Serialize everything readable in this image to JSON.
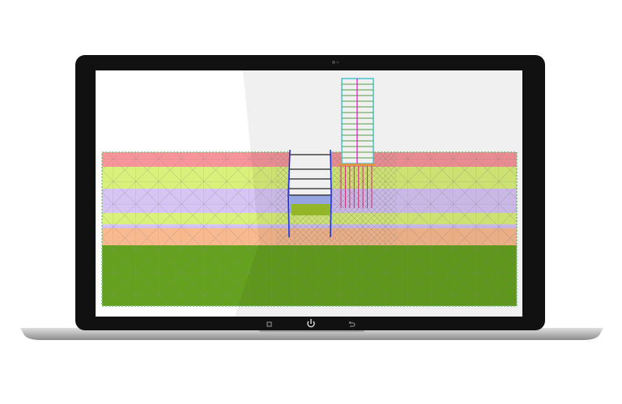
{
  "device": {
    "bezel_color": "#111111",
    "base_color": "#b8b8b8",
    "bottom_bezel_icons": [
      "window-icon",
      "power-icon",
      "back-icon"
    ]
  },
  "model": {
    "soil_layers": [
      {
        "name": "layer-1",
        "color": "#f7959b"
      },
      {
        "name": "layer-2",
        "color": "#d9f07a"
      },
      {
        "name": "layer-3",
        "color": "#d6c4f5"
      },
      {
        "name": "layer-4",
        "color": "#d9f07a"
      },
      {
        "name": "layer-5",
        "color": "#d6c4f5"
      },
      {
        "name": "layer-6",
        "color": "#f9b98f"
      },
      {
        "name": "layer-7",
        "color": "#64a11e"
      }
    ],
    "building_floors": 14,
    "excavation_struts": 5,
    "piles": 8
  }
}
